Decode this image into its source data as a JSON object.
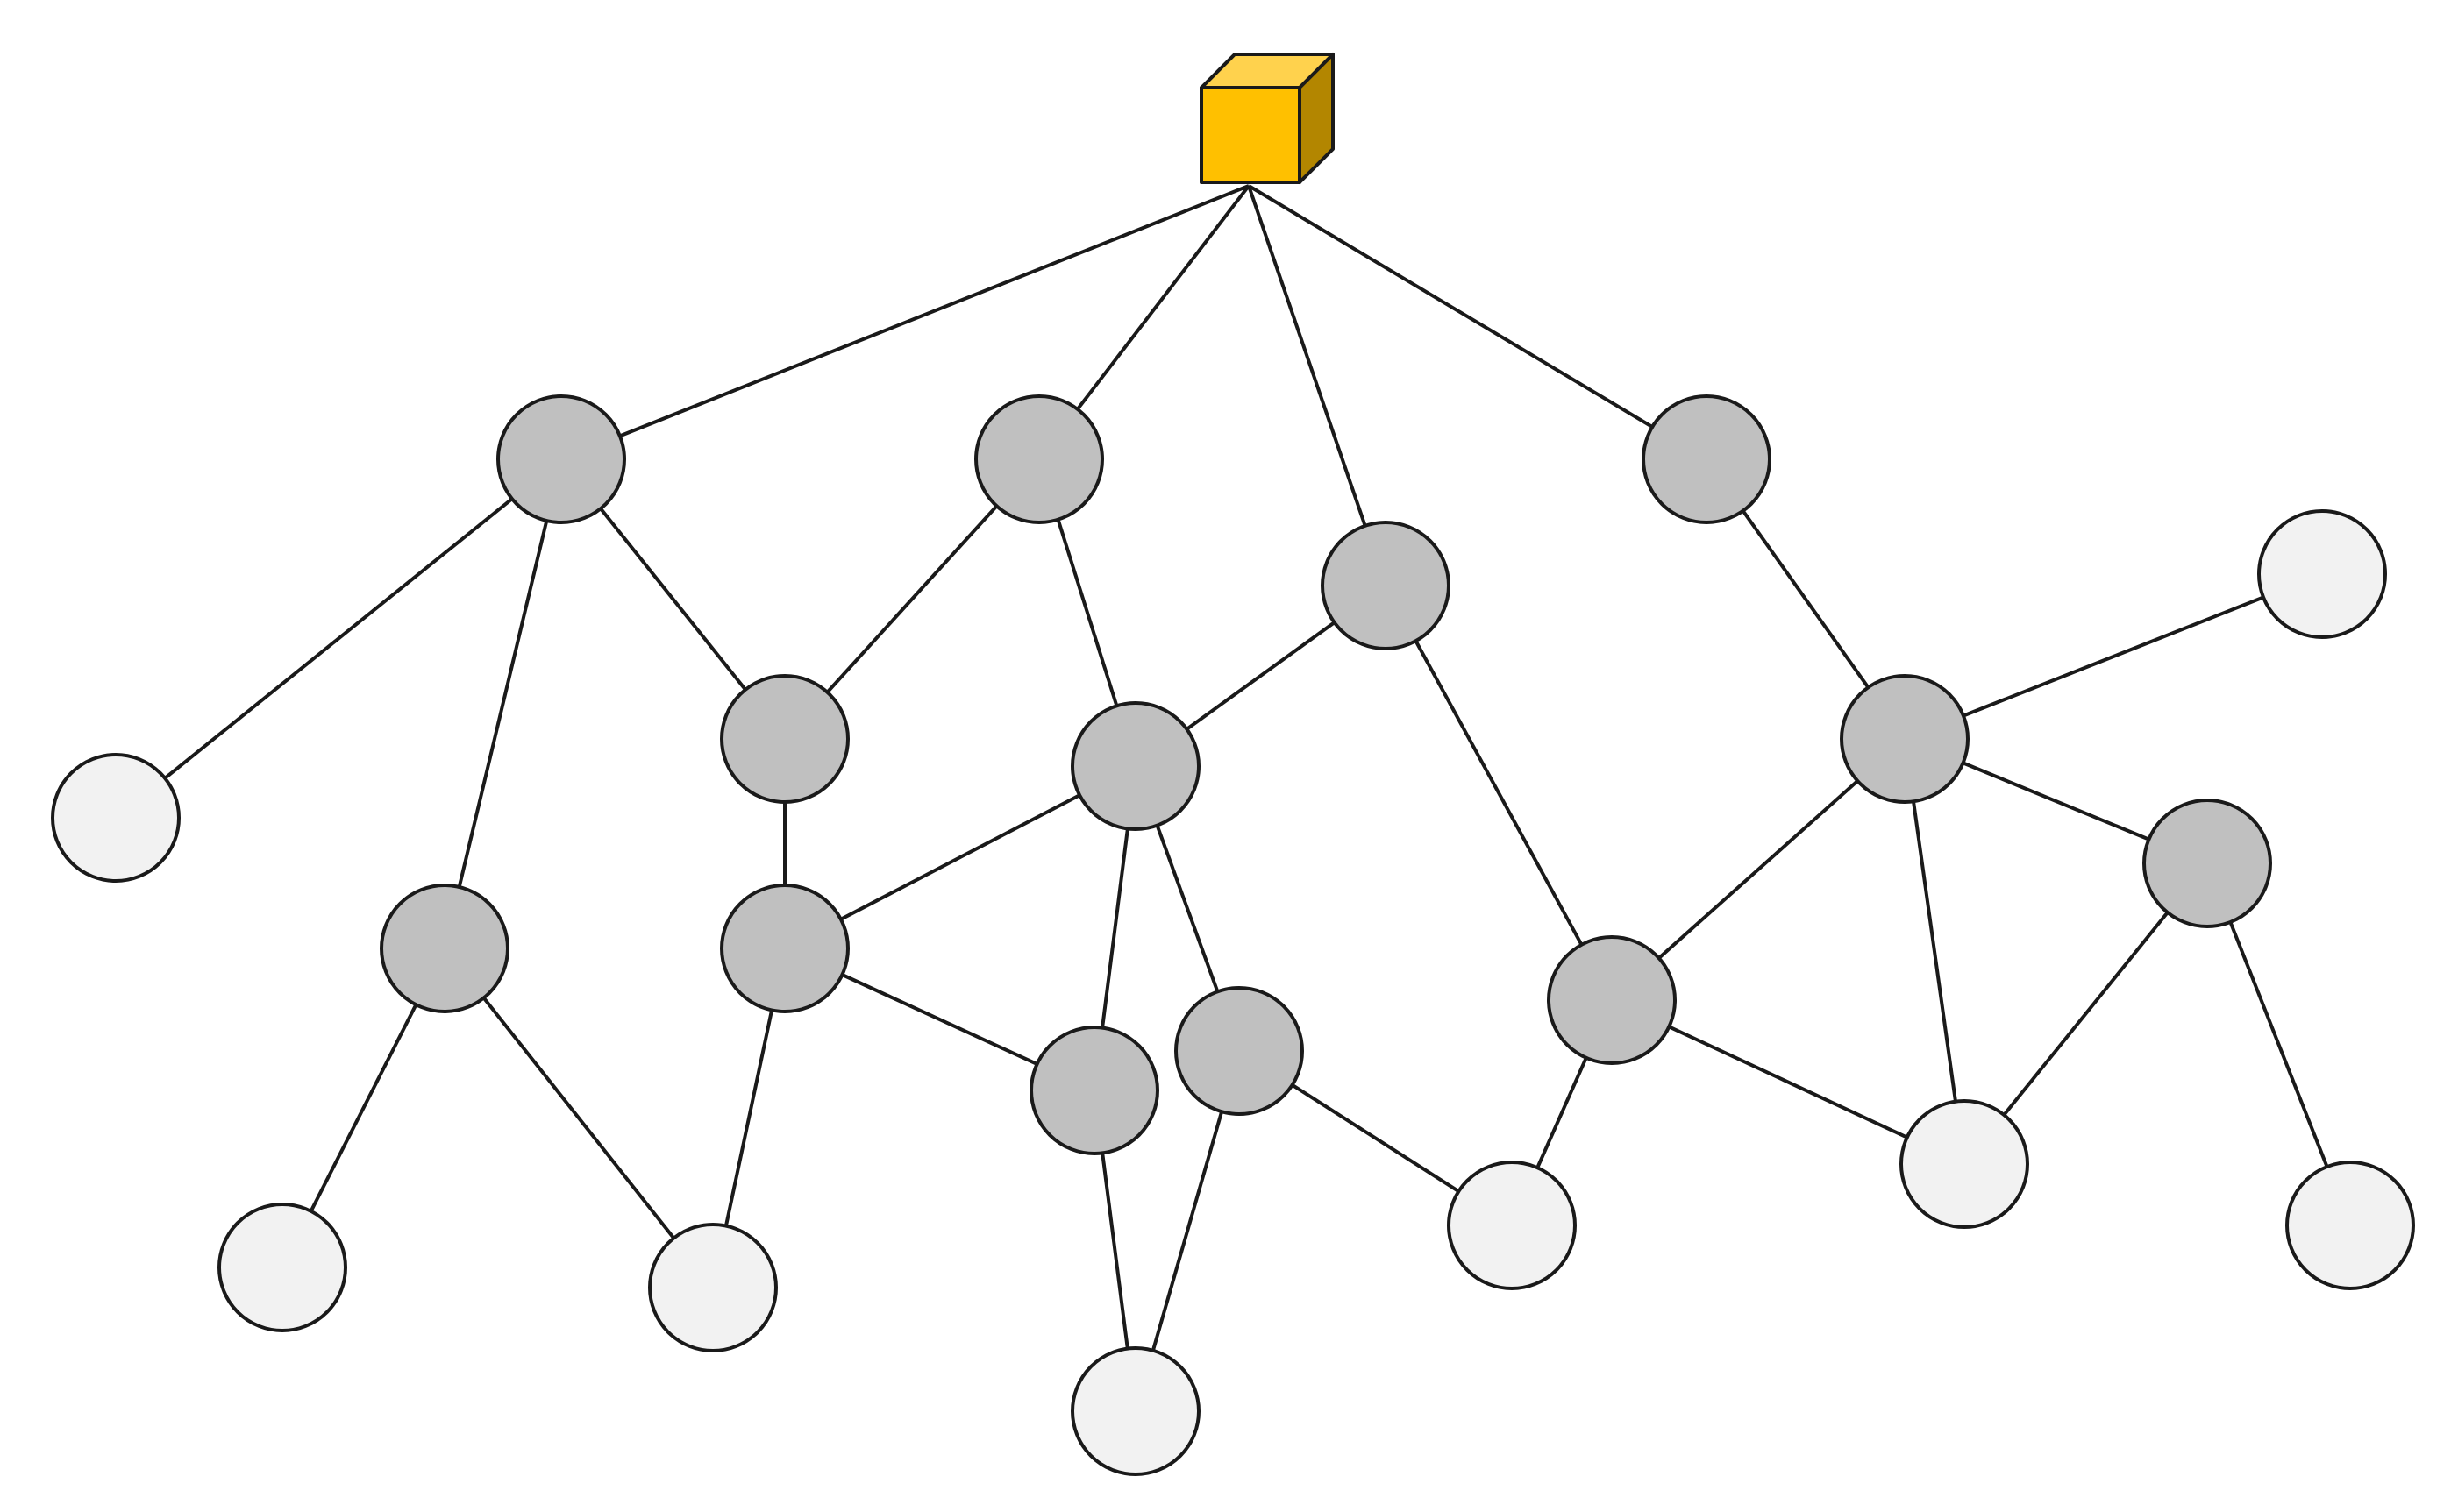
{
  "colors": {
    "background": "#ffffff",
    "edge": "#1a1a1a",
    "internal_node_fill": "#c0c0c0",
    "leaf_node_fill": "#f2f2f2",
    "root_front": "#ffc000",
    "root_top": "#ffd24d",
    "root_side": "#b38600"
  },
  "nodes": [
    {
      "id": "root",
      "kind": "root",
      "icon": "cube-icon"
    },
    {
      "id": "a",
      "kind": "internal"
    },
    {
      "id": "b",
      "kind": "internal"
    },
    {
      "id": "c",
      "kind": "internal"
    },
    {
      "id": "d",
      "kind": "internal"
    },
    {
      "id": "e",
      "kind": "internal"
    },
    {
      "id": "f",
      "kind": "internal"
    },
    {
      "id": "g",
      "kind": "internal"
    },
    {
      "id": "h",
      "kind": "internal"
    },
    {
      "id": "i",
      "kind": "internal"
    },
    {
      "id": "j",
      "kind": "internal"
    },
    {
      "id": "k",
      "kind": "internal"
    },
    {
      "id": "l",
      "kind": "internal"
    },
    {
      "id": "m",
      "kind": "internal"
    },
    {
      "id": "n",
      "kind": "internal"
    },
    {
      "id": "L1",
      "kind": "leaf"
    },
    {
      "id": "L2",
      "kind": "leaf"
    },
    {
      "id": "L3",
      "kind": "leaf"
    },
    {
      "id": "L4",
      "kind": "leaf"
    },
    {
      "id": "L5",
      "kind": "leaf"
    },
    {
      "id": "L6",
      "kind": "leaf"
    },
    {
      "id": "L7",
      "kind": "leaf"
    },
    {
      "id": "L8",
      "kind": "leaf"
    },
    {
      "id": "L9",
      "kind": "leaf"
    }
  ],
  "edges": [
    [
      "root",
      "a"
    ],
    [
      "root",
      "b"
    ],
    [
      "root",
      "c"
    ],
    [
      "root",
      "d"
    ],
    [
      "a",
      "L1"
    ],
    [
      "a",
      "e"
    ],
    [
      "a",
      "f"
    ],
    [
      "b",
      "f"
    ],
    [
      "b",
      "g"
    ],
    [
      "c",
      "g"
    ],
    [
      "c",
      "i"
    ],
    [
      "d",
      "k"
    ],
    [
      "f",
      "h"
    ],
    [
      "g",
      "h"
    ],
    [
      "g",
      "l"
    ],
    [
      "g",
      "m"
    ],
    [
      "e",
      "L2"
    ],
    [
      "e",
      "L3"
    ],
    [
      "h",
      "L3"
    ],
    [
      "h",
      "l"
    ],
    [
      "l",
      "L4"
    ],
    [
      "m",
      "L4"
    ],
    [
      "m",
      "L5"
    ],
    [
      "i",
      "L5"
    ],
    [
      "i",
      "k"
    ],
    [
      "i",
      "L6"
    ],
    [
      "k",
      "L9"
    ],
    [
      "k",
      "n"
    ],
    [
      "k",
      "L6"
    ],
    [
      "n",
      "L6"
    ],
    [
      "n",
      "L7"
    ]
  ]
}
